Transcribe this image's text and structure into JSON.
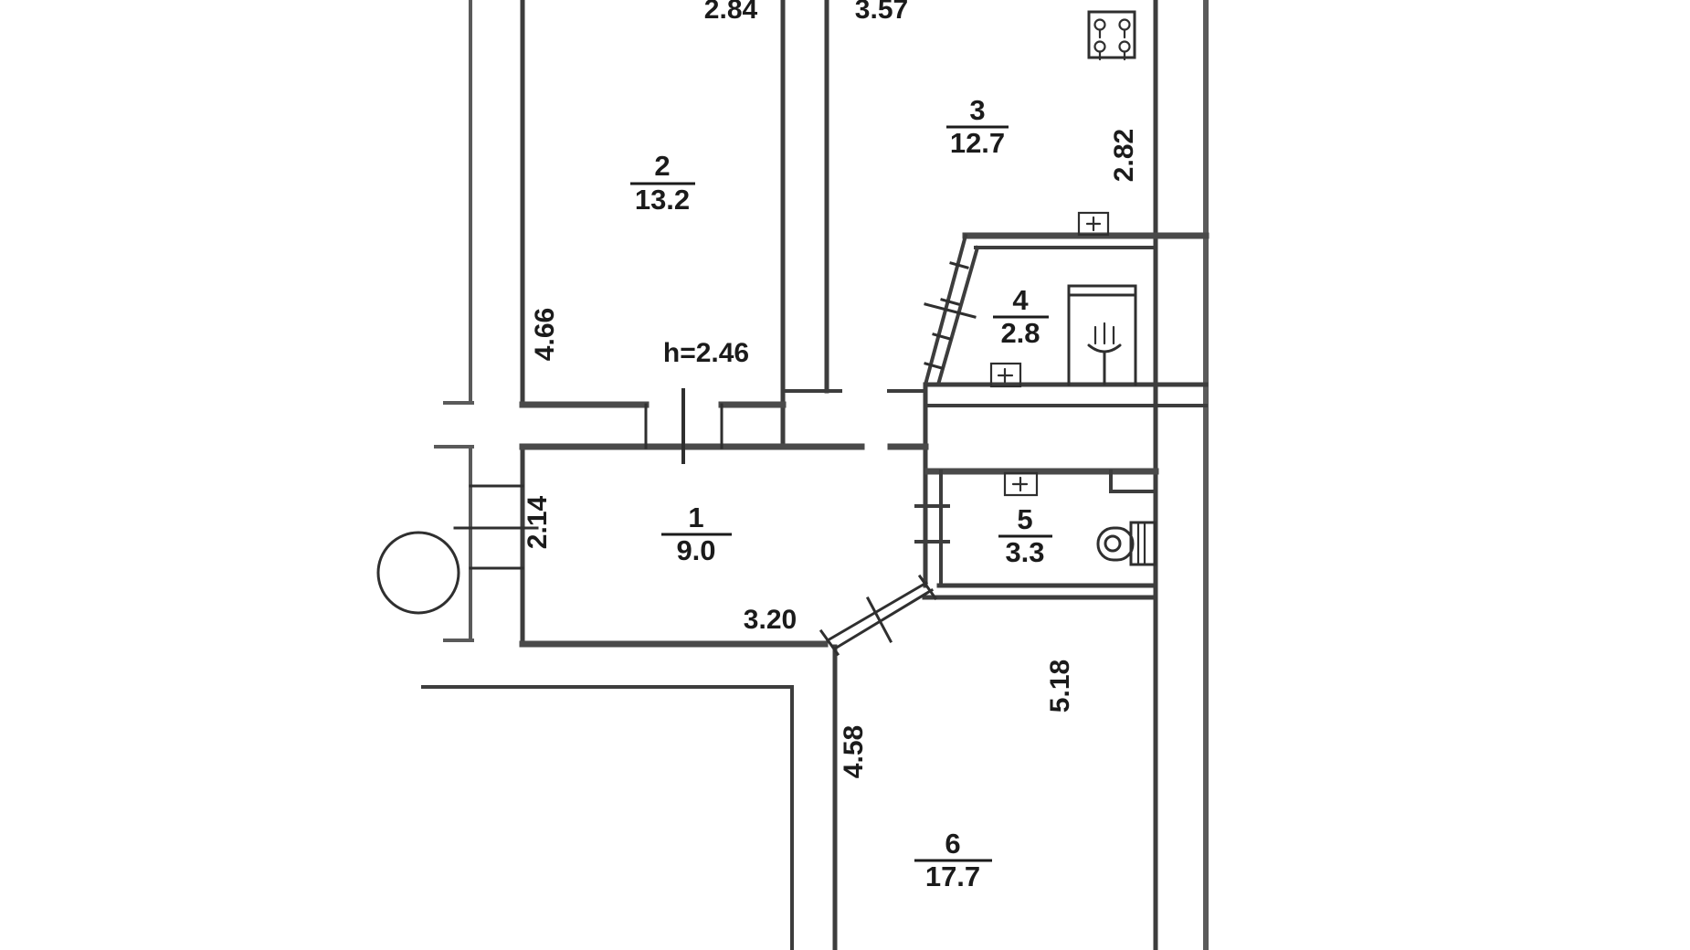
{
  "plan": {
    "rooms": [
      {
        "id": "1",
        "area": "9.0"
      },
      {
        "id": "2",
        "area": "13.2"
      },
      {
        "id": "3",
        "area": "12.7"
      },
      {
        "id": "4",
        "area": "2.8"
      },
      {
        "id": "5",
        "area": "3.3"
      },
      {
        "id": "6",
        "area": "17.7"
      }
    ],
    "labels": {
      "ceiling_height": "h=2.46",
      "dim_room2_width": "2.84",
      "dim_room3_width": "3.57",
      "dim_room2_height": "4.66",
      "dim_room3_height": "2.82",
      "dim_room1_height": "2.14",
      "dim_room1_width": "3.20",
      "dim_room6_left_height": "4.58",
      "dim_room6_right_height": "5.18"
    },
    "fixtures": [
      {
        "name": "stove"
      },
      {
        "name": "shower"
      },
      {
        "name": "toilet"
      },
      {
        "name": "ventilation-shaft-1"
      },
      {
        "name": "ventilation-shaft-2"
      },
      {
        "name": "ventilation-shaft-3"
      },
      {
        "name": "window"
      },
      {
        "name": "column"
      }
    ]
  }
}
